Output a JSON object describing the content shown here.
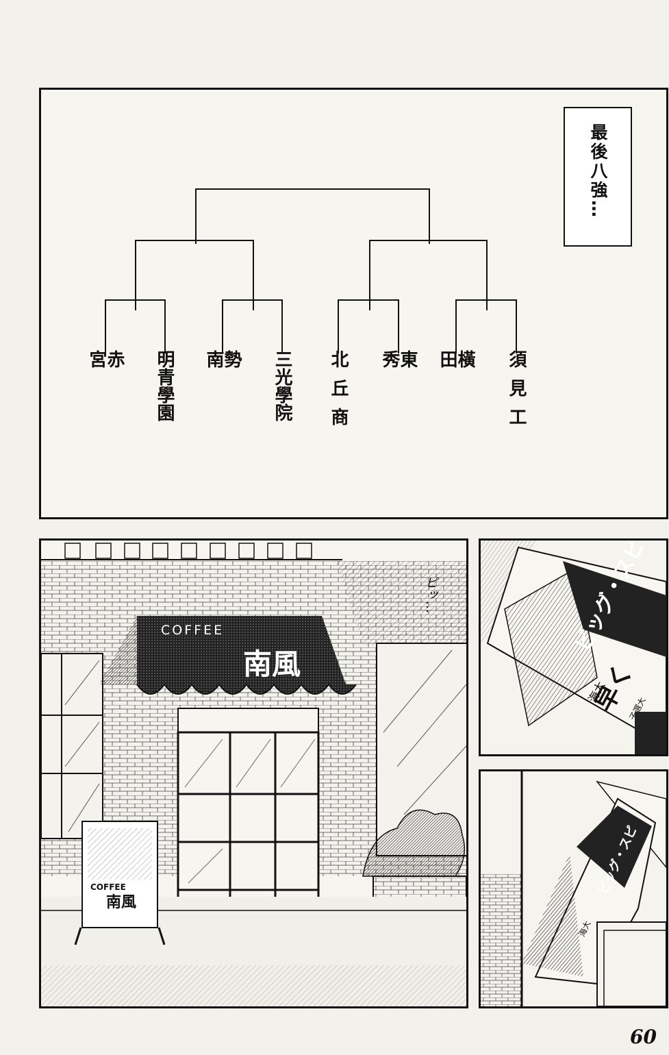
{
  "caption": "最後八強…",
  "bracket": {
    "teams": [
      "赤宮",
      "明青學園",
      "勢南",
      "三光學院",
      "北丘商",
      "東秀",
      "橫田",
      "須見工"
    ]
  },
  "cafe": {
    "awning_top": "COFFEE",
    "awning_main": "南風",
    "sign_top": "COFFEE",
    "sign_main": "南風"
  },
  "sfx": "ピッ…",
  "magazine": {
    "title": "ビッグ・スピ",
    "headline": "早く",
    "subline": "海大",
    "small": "子選大"
  },
  "page_number": "60"
}
